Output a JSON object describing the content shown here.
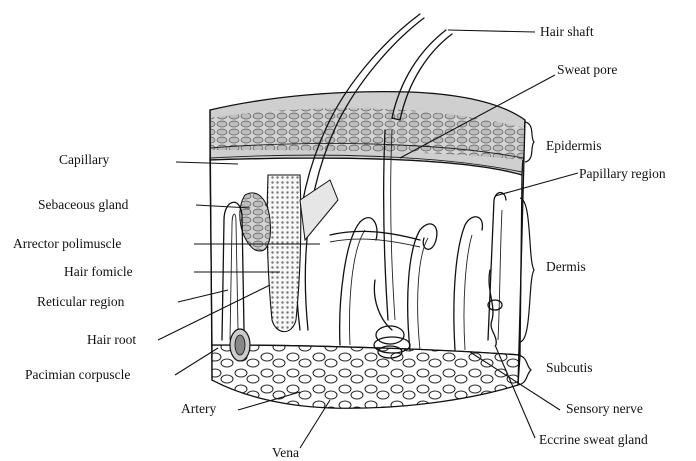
{
  "labels": {
    "hair_shaft": "Hair shaft",
    "sweat_pore": "Sweat pore",
    "epidermis": "Epidermis",
    "papillary_region": "Papillary region",
    "dermis": "Dermis",
    "subcutis": "Subcutis",
    "sensory_nerve": "Sensory nerve",
    "eccrine_sweat_gland": "Eccrine sweat gland",
    "vena": "Vena",
    "artery": "Artery",
    "pacimian_corpuscle": "Pacimian corpuscle",
    "hair_root": "Hair root",
    "reticular_region": "Reticular region",
    "hair_fomicle": "Hair fomicle",
    "arrector_polimuscle": "Arrector polimuscle",
    "sebaceous_gland": "Sebaceous gland",
    "capillary": "Capillary"
  }
}
